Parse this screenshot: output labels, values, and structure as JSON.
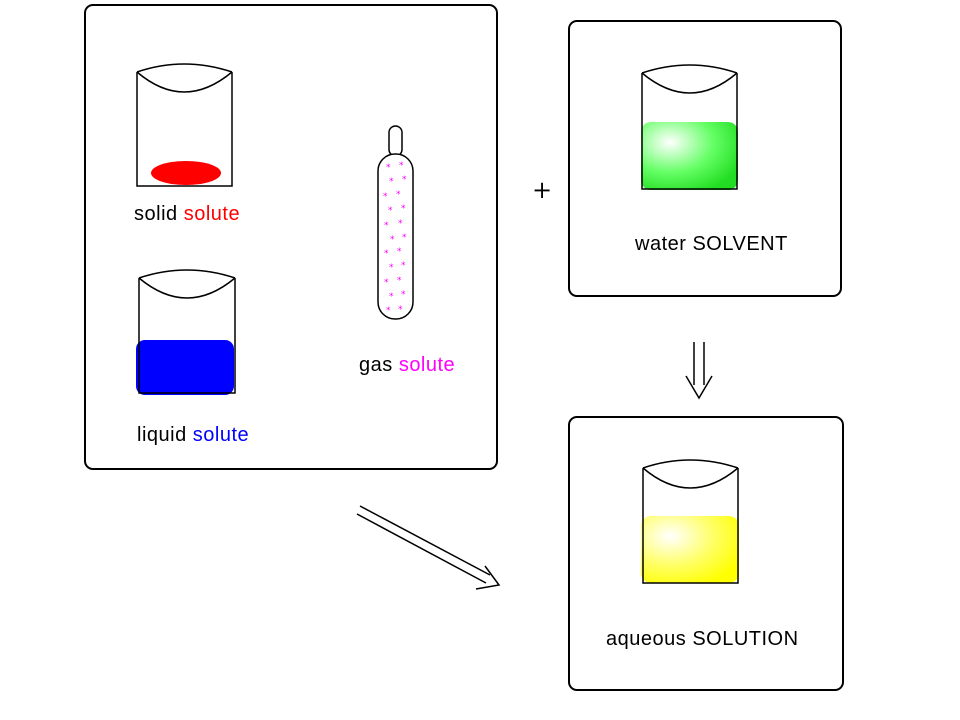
{
  "panels": {
    "solutes": {
      "solid": {
        "word": "solid",
        "type": "solute",
        "color": "#ff0000"
      },
      "liquid": {
        "word": "liquid",
        "type": "solute",
        "color": "#0000ff"
      },
      "gas": {
        "word": "gas",
        "type": "solute",
        "color": "#ff00ff"
      }
    },
    "solvent": {
      "word": "water",
      "type": "SOLVENT",
      "color": "#22dd22"
    },
    "solution": {
      "word": "aqueous",
      "type": "SOLUTION",
      "color": "#ffff00"
    }
  },
  "operators": {
    "plus": "+"
  }
}
